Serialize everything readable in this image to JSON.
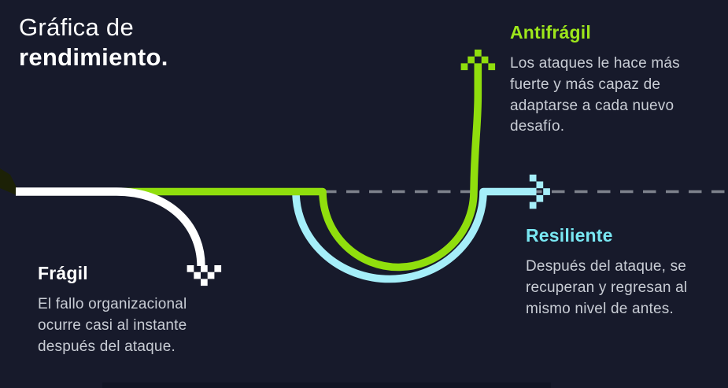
{
  "title": {
    "line1": "Gráfica de",
    "line2": "rendimiento."
  },
  "annotations": {
    "antifragil": {
      "heading": "Antifrágil",
      "lines": [
        "Los ataques le hace más",
        "fuerte y más capaz de",
        "adaptarse a cada nuevo",
        "desafío."
      ]
    },
    "resiliente": {
      "heading": "Resiliente",
      "lines": [
        "Después del ataque, se",
        "recuperan y regresan al",
        "mismo nivel de antes."
      ]
    },
    "fragil": {
      "heading": "Frágil",
      "lines": [
        "El fallo organizacional",
        "ocurre casi al instante",
        "después del ataque."
      ]
    }
  },
  "curves": [
    {
      "name": "Frágil",
      "color": "#FFFFFF",
      "arrow": "pixel-arrow-down",
      "shape": "drops below baseline shortly after start"
    },
    {
      "name": "Resiliente",
      "color": "#A5EEF9",
      "arrow": "pixel-arrow-right",
      "shape": "dips into U and returns to baseline level"
    },
    {
      "name": "Antifrágil",
      "color": "#90DE0D",
      "arrow": "pixel-arrow-up",
      "shape": "dips into U then rises far above baseline"
    }
  ],
  "colors": {
    "background": "#171A2B",
    "white": "#FFFFFF",
    "body_text": "#C9CDD5",
    "green": "#90DE0D",
    "green_label": "#9EE71B",
    "cyan": "#A5EEF9",
    "cyan_label": "#79E7F2",
    "dash": "#7E828C",
    "stub": "#1C2106",
    "bottom_strip": "#111524"
  },
  "icons": {
    "antifragil_arrow": "pixel-arrow-up",
    "resiliente_arrow": "pixel-arrow-right",
    "fragil_arrow": "pixel-arrow-down"
  }
}
